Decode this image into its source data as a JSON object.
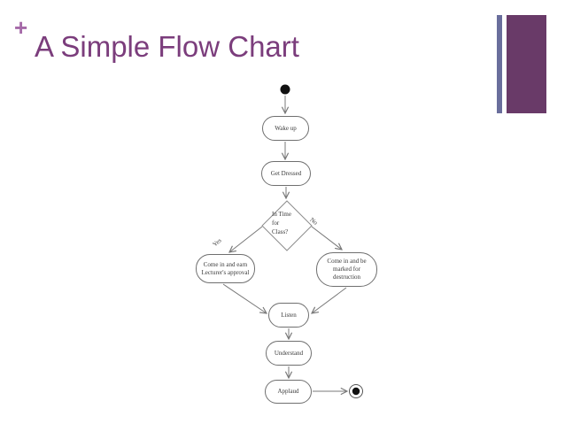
{
  "slide": {
    "plus_marker": "+",
    "title": "A Simple Flow Chart"
  },
  "flowchart": {
    "nodes": {
      "wake_up": "Wake up",
      "get_dressed": "Get Dressed",
      "decision": "In Time\nfor\nClass?",
      "earn_approval": "Come in and earn\nLecturer's approval",
      "marked_destruction": "Come in and be\nmarked for\ndestruction",
      "listen": "Listen",
      "understand": "Understand",
      "applaud": "Applaud"
    },
    "edge_labels": {
      "yes": "Yes",
      "no": "No"
    }
  },
  "colors": {
    "title_text": "#7b3d7c",
    "plus_marker": "#a56aa8",
    "accent_bar_thin": "#6a6e9c",
    "accent_bar_wide": "#693a68",
    "diagram_line": "#787878",
    "diagram_text": "#3a3a3a"
  }
}
